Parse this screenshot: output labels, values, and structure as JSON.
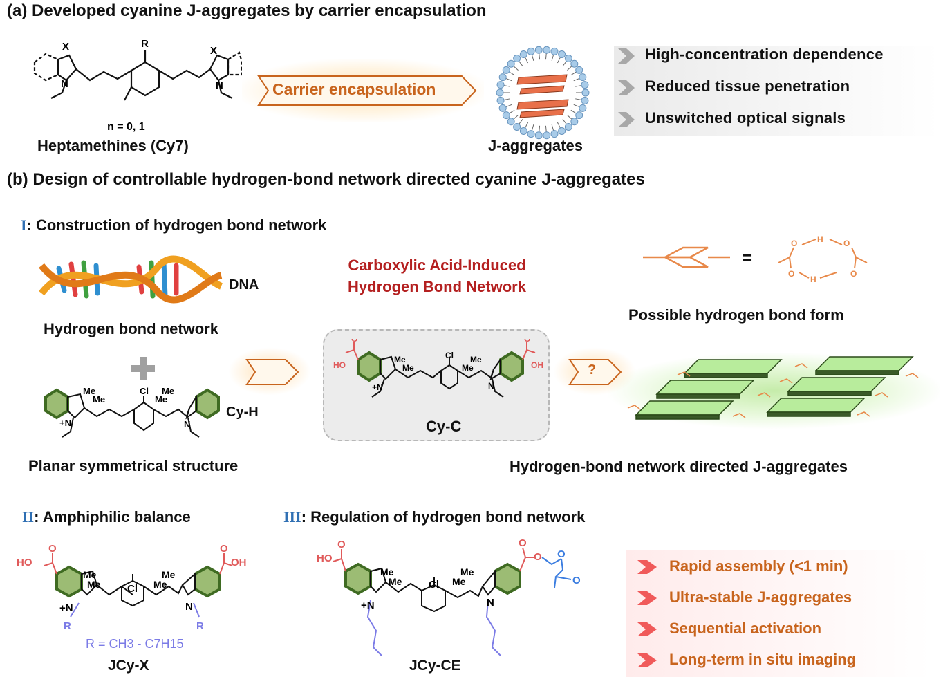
{
  "section_a": {
    "title": "(a) Developed cyanine J-aggregates by carrier encapsulation",
    "structure_label": "Heptamethines (Cy7)",
    "n_label": "n = 0, 1",
    "atom_X": "X",
    "atom_R": "R",
    "atom_N": "N",
    "arrow_label": "Carrier encapsulation",
    "product_label": "J-aggregates",
    "drawbacks": [
      "High-concentration  dependence",
      "Reduced  tissue  penetration",
      "Unswitched  optical  signals"
    ]
  },
  "section_b": {
    "title": "(b) Design of controllable hydrogen-bond network directed cyanine J-aggregates",
    "part1": {
      "roman": "I",
      "title": ": Construction of hydrogen bond network",
      "dna_label": "DNA",
      "hbond_label": "Hydrogen  bond  network",
      "cyh_label": "Cy-H",
      "planar_label": "Planar  symmetrical  structure",
      "center_title_line1": "Carboxylic Acid-Induced",
      "center_title_line2": "Hydrogen Bond Network",
      "cyc_label": "Cy-C",
      "question": "?",
      "equals": "=",
      "possible_label": "Possible  hydrogen  bond  form",
      "directed_label": "Hydrogen-bond  network  directed  J-aggregates"
    },
    "part2": {
      "roman": "II",
      "title": ": Amphiphilic  balance",
      "jcyx_label": "JCy-X",
      "r_formula": "R = CH3 - C7H15"
    },
    "part3": {
      "roman": "III",
      "title": ": Regulation of hydrogen bond network",
      "jcyce_label": "JCy-CE",
      "features": [
        "Rapid  assembly  (<1 min)",
        "Ultra-stable  J-aggregates",
        "Sequential  activation",
        "Long-term  in situ  imaging"
      ]
    },
    "chem_labels": {
      "me": "Me",
      "cl": "Cl",
      "n_plus": "+N",
      "n": "N",
      "ho": "HO",
      "oh": "OH",
      "o": "O",
      "r": "R",
      "h": "H"
    }
  },
  "colors": {
    "green_ring": "#3f6b22",
    "green_fill": "#7fa35a",
    "acid_red": "#e05a5a",
    "ester_blue": "#3b7de0",
    "alkyl_purple": "#7b7be6",
    "orange": "#e8894a",
    "feature_orange": "#c8641d",
    "title_red": "#b42020",
    "roman_blue": "#2f6fb3"
  }
}
